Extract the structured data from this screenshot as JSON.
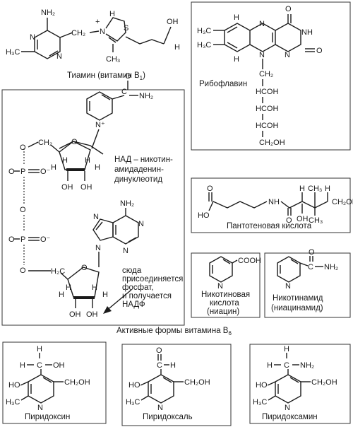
{
  "thiamine": {
    "name": "Тиамин (витамин B",
    "sub": "1",
    "close": ")"
  },
  "riboflavin": {
    "name": "Рибофлавин"
  },
  "nad": {
    "line1": "НАД – никотин-",
    "line2": "амидаденин-",
    "line3": "динуклеотид"
  },
  "nadp_note": {
    "line1": "сюда",
    "line2": "присоединяется",
    "line3": "фосфат,",
    "line4": "и получается",
    "line5": "НАДФ"
  },
  "pantothenic": {
    "name": "Пантотеновая кислота"
  },
  "nicotinic": {
    "line1": "Никотиновая",
    "line2": "кислота",
    "line3": "(ниацин)"
  },
  "nicotinamide": {
    "line1": "Никотинамид",
    "line2": "(ниацинамид)"
  },
  "b6_heading": {
    "text": "Активные формы витамина B",
    "sub": "6"
  },
  "pyridoxine": {
    "name": "Пиридоксин"
  },
  "pyridoxal": {
    "name": "Пиридоксаль"
  },
  "pyridoxamine": {
    "name": "Пиридоксамин"
  },
  "atoms": {
    "nh2": "NH₂",
    "h3c": "H₃C",
    "ch2": "CH₂",
    "ch2_": "CH₂",
    "n": "N",
    "s": "S",
    "plus": "+",
    "oh": "OH",
    "ch3": "CH₃",
    "o": "O",
    "h": "H",
    "hoch": "HCOH",
    "ch2oh": "CH₂OH",
    "cooh": "COOH",
    "ho": "HO",
    "c": "C",
    "p": "P",
    "ominus": "O⁻",
    "npl": "N⁺",
    "nh": "NH",
    "h2c": "H₂C"
  }
}
